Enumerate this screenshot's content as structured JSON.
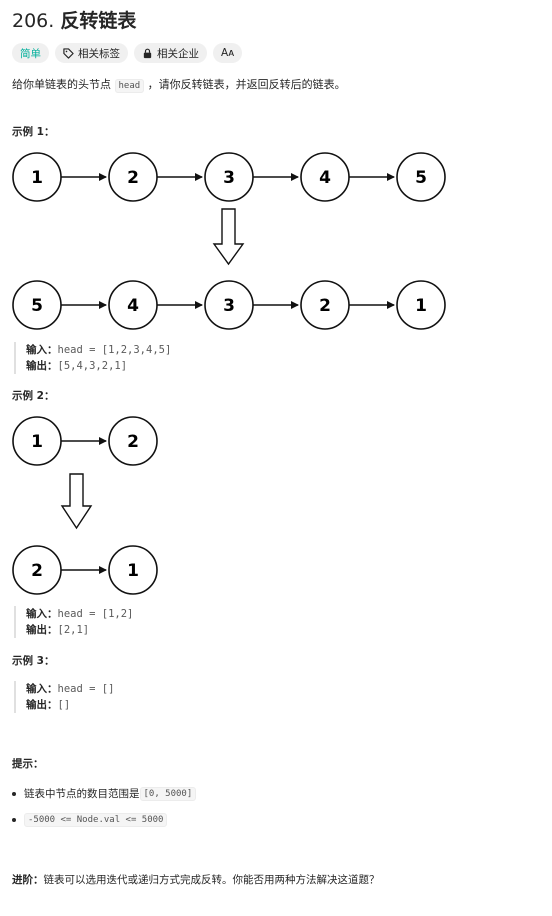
{
  "problem": {
    "number": "206.",
    "title": "反转链表",
    "tags": [
      {
        "label": "简单",
        "icon": "none"
      },
      {
        "label": "相关标签",
        "icon": "tag-icon"
      },
      {
        "label": "相关企业",
        "icon": "lock-icon"
      },
      {
        "label": "Aᴀ",
        "icon": "translate-icon"
      }
    ],
    "description": {
      "before": "给你单链表的头节点 ",
      "code": "head",
      "after": " ，请你反转链表，并返回反转后的链表。"
    }
  },
  "examples": [
    {
      "title": "示例 1：",
      "diagram_before": [
        "1",
        "2",
        "3",
        "4",
        "5"
      ],
      "diagram_after": [
        "5",
        "4",
        "3",
        "2",
        "1"
      ],
      "input_label": "输入：",
      "input_value": "head = [1,2,3,4,5]",
      "output_label": "输出：",
      "output_value": "[5,4,3,2,1]"
    },
    {
      "title": "示例 2：",
      "diagram_before": [
        "1",
        "2"
      ],
      "diagram_after": [
        "2",
        "1"
      ],
      "input_label": "输入：",
      "input_value": "head = [1,2]",
      "output_label": "输出：",
      "output_value": "[2,1]"
    },
    {
      "title": "示例 3：",
      "input_label": "输入：",
      "input_value": "head = []",
      "output_label": "输出：",
      "output_value": "[]"
    }
  ],
  "hints": {
    "title": "提示：",
    "items": [
      {
        "before": "链表中节点的数目范围是 ",
        "code": "[0, 5000]"
      },
      {
        "before": "",
        "code": "-5000 <= Node.val <= 5000"
      }
    ]
  },
  "follow_up": {
    "label": "进阶：",
    "text": "链表可以选用迭代或递归方式完成反转。你能否用两种方法解决这道题？"
  },
  "colors": {
    "difficulty_easy": "#00af9b",
    "tag_bg": "#f0f0f0"
  }
}
